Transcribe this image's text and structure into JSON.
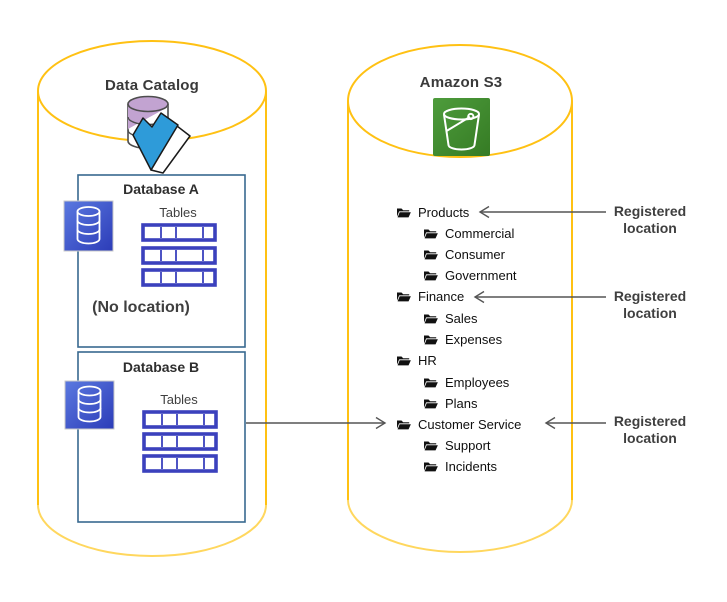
{
  "catalog": {
    "title": "Data Catalog",
    "database_a": {
      "title": "Database A",
      "tables_label": "Tables",
      "table_row_count": 3,
      "note": "(No location)"
    },
    "database_b": {
      "title": "Database B",
      "tables_label": "Tables",
      "table_row_count": 3
    }
  },
  "s3": {
    "title": "Amazon S3",
    "folders": [
      {
        "label": "Products",
        "level": 0,
        "registered": true
      },
      {
        "label": "Commercial",
        "level": 1,
        "registered": false
      },
      {
        "label": "Consumer",
        "level": 1,
        "registered": false
      },
      {
        "label": "Government",
        "level": 1,
        "registered": false
      },
      {
        "label": "Finance",
        "level": 0,
        "registered": true
      },
      {
        "label": "Sales",
        "level": 1,
        "registered": false
      },
      {
        "label": "Expenses",
        "level": 1,
        "registered": false
      },
      {
        "label": "HR",
        "level": 0,
        "registered": false
      },
      {
        "label": "Employees",
        "level": 1,
        "registered": false
      },
      {
        "label": "Plans",
        "level": 1,
        "registered": false
      },
      {
        "label": "Customer Service",
        "level": 0,
        "registered": true
      },
      {
        "label": "Support",
        "level": 1,
        "registered": false
      },
      {
        "label": "Incidents",
        "level": 1,
        "registered": false
      }
    ]
  },
  "labels": {
    "registered_location": "Registered\nlocation"
  },
  "colors": {
    "cylinder_outline": "#FFC113",
    "box_border": "#38698F",
    "table_border": "#3B41BD",
    "arrow": "#555555",
    "s3_green": "#3C8630",
    "database_icon_blue": "#3D4FC4",
    "catalog_purple": "#C2A3D1",
    "folder_blue": "#2E9BD9"
  }
}
